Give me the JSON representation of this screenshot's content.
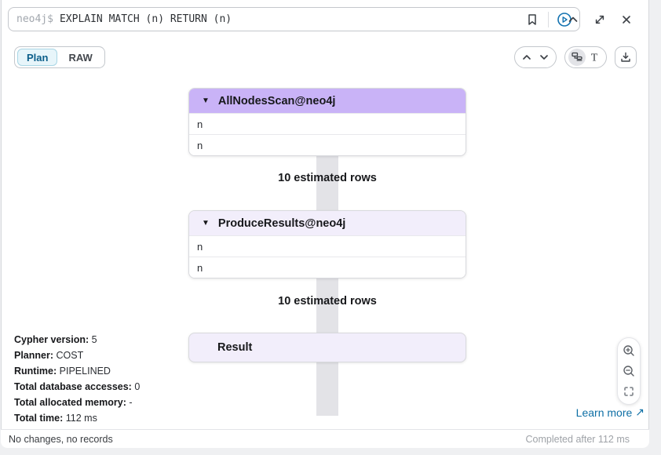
{
  "query_bar": {
    "prompt": "neo4j$",
    "query": "EXPLAIN MATCH (n) RETURN (n)"
  },
  "tabs": [
    {
      "label": "Plan",
      "active": true
    },
    {
      "label": "RAW",
      "active": false
    }
  ],
  "plan": {
    "operators": [
      {
        "name": "AllNodesScan@neo4j",
        "header_color": "#c9b3f7",
        "rows": [
          "n",
          "n"
        ]
      },
      {
        "name": "ProduceResults@neo4j",
        "header_color": "#f2eefb",
        "rows": [
          "n",
          "n"
        ]
      }
    ],
    "edge_labels": [
      "10 estimated rows",
      "10 estimated rows"
    ],
    "result_label": "Result"
  },
  "stats": [
    {
      "label": "Cypher version:",
      "value": "5"
    },
    {
      "label": "Planner:",
      "value": "COST"
    },
    {
      "label": "Runtime:",
      "value": "PIPELINED"
    },
    {
      "label": "Total database accesses:",
      "value": "0"
    },
    {
      "label": "Total allocated memory:",
      "value": "-"
    },
    {
      "label": "Total time:",
      "value": "112 ms"
    }
  ],
  "learn_more": {
    "label": "Learn more",
    "arrow": "↗"
  },
  "footer": {
    "left": "No changes, no records",
    "right": "Completed after 112 ms"
  },
  "colors": {
    "operator_header_purple": "#c9b3f7",
    "operator_header_light": "#f2eefb",
    "connector_gray": "#e3e3e7",
    "tab_active_bg": "#e7f5fa",
    "tab_active_text": "#0b5e8a",
    "play_icon_blue": "#1372b0",
    "link_blue": "#0e6fa5"
  }
}
